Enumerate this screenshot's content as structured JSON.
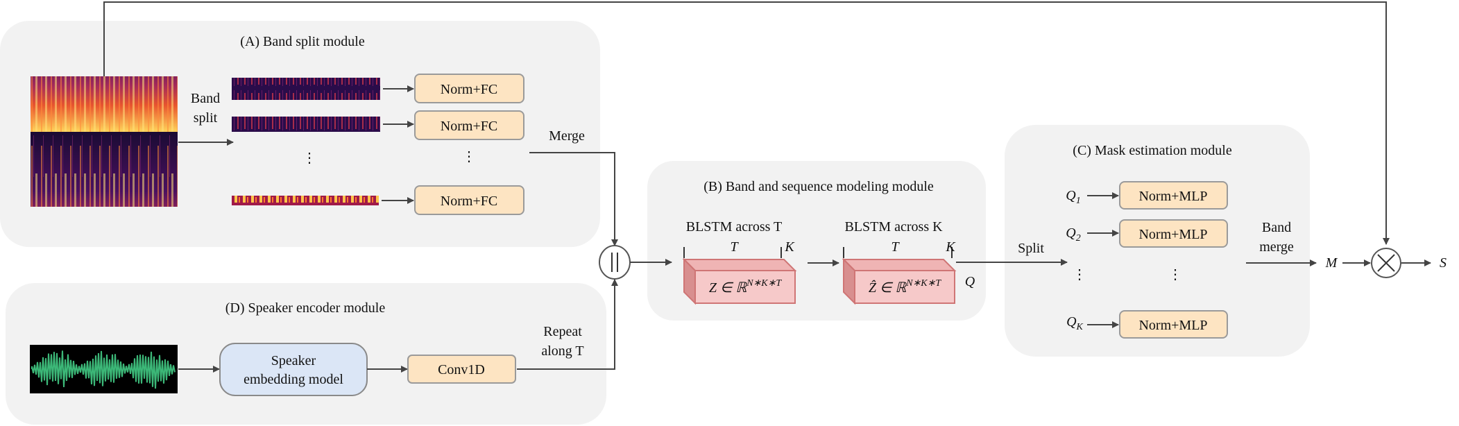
{
  "modules": {
    "band_split": {
      "title": "(A) Band split module",
      "band_split_label": [
        "Band",
        "split"
      ],
      "norm_fc": [
        "Norm+FC",
        "Norm+FC",
        "Norm+FC"
      ],
      "merge_label": "Merge"
    },
    "band_sequence": {
      "title": "(B) Band and sequence modeling module",
      "blstm_t": "BLSTM across T",
      "blstm_k": "BLSTM across K",
      "t_label": "T",
      "k_label": "K",
      "z_tensor": "Z ∈ ℝ",
      "z_hat_tensor": "Ẑ ∈ ℝ",
      "superscript": "N∗K∗T",
      "q_label": "Q"
    },
    "mask_estimation": {
      "title": "(C) Mask estimation module",
      "split_label": "Split",
      "q_labels": [
        "Q",
        "Q",
        "Q"
      ],
      "q_subscripts": [
        "1",
        "2",
        "K"
      ],
      "norm_mlp": [
        "Norm+MLP",
        "Norm+MLP",
        "Norm+MLP"
      ],
      "band_merge_label": [
        "Band",
        "merge"
      ],
      "m_label": "M",
      "s_label": "S"
    },
    "speaker_encoder": {
      "title": "(D) Speaker encoder module",
      "embedding_model": [
        "Speaker",
        "embedding model"
      ],
      "conv1d": "Conv1D",
      "repeat_label": [
        "Repeat",
        "along T"
      ]
    }
  },
  "operators": {
    "concat": "||",
    "multiply": "×"
  },
  "colors": {
    "panel": "#f2f2f2",
    "norm_box_fill": "#fde4c2",
    "norm_box_stroke": "#9a9a9a",
    "tensor_front": "#f6c9c9",
    "tensor_stroke": "#cf7575",
    "speaker_box_fill": "#dbe6f6",
    "waveform": "#3cb878",
    "spectrogram_dark": "#1c0c3a",
    "spectrogram_hot": "#ffcf55"
  }
}
